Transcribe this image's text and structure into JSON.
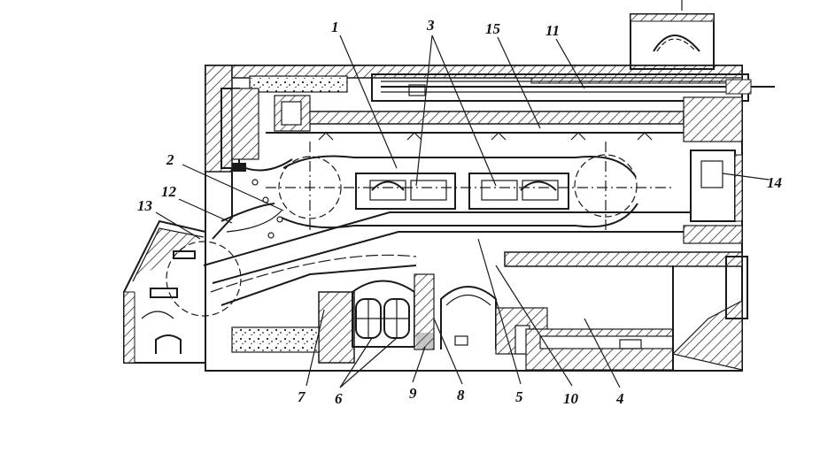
{
  "colors": {
    "ink": "#1a1a1a",
    "paper": "#ffffff"
  },
  "labels": {
    "n1": "1",
    "n2": "2",
    "n3": "3",
    "n4": "4",
    "n5": "5",
    "n6": "6",
    "n7": "7",
    "n8": "8",
    "n9": "9",
    "n10": "10",
    "n11": "11",
    "n12": "12",
    "n13": "13",
    "n14": "14",
    "n15": "15"
  }
}
